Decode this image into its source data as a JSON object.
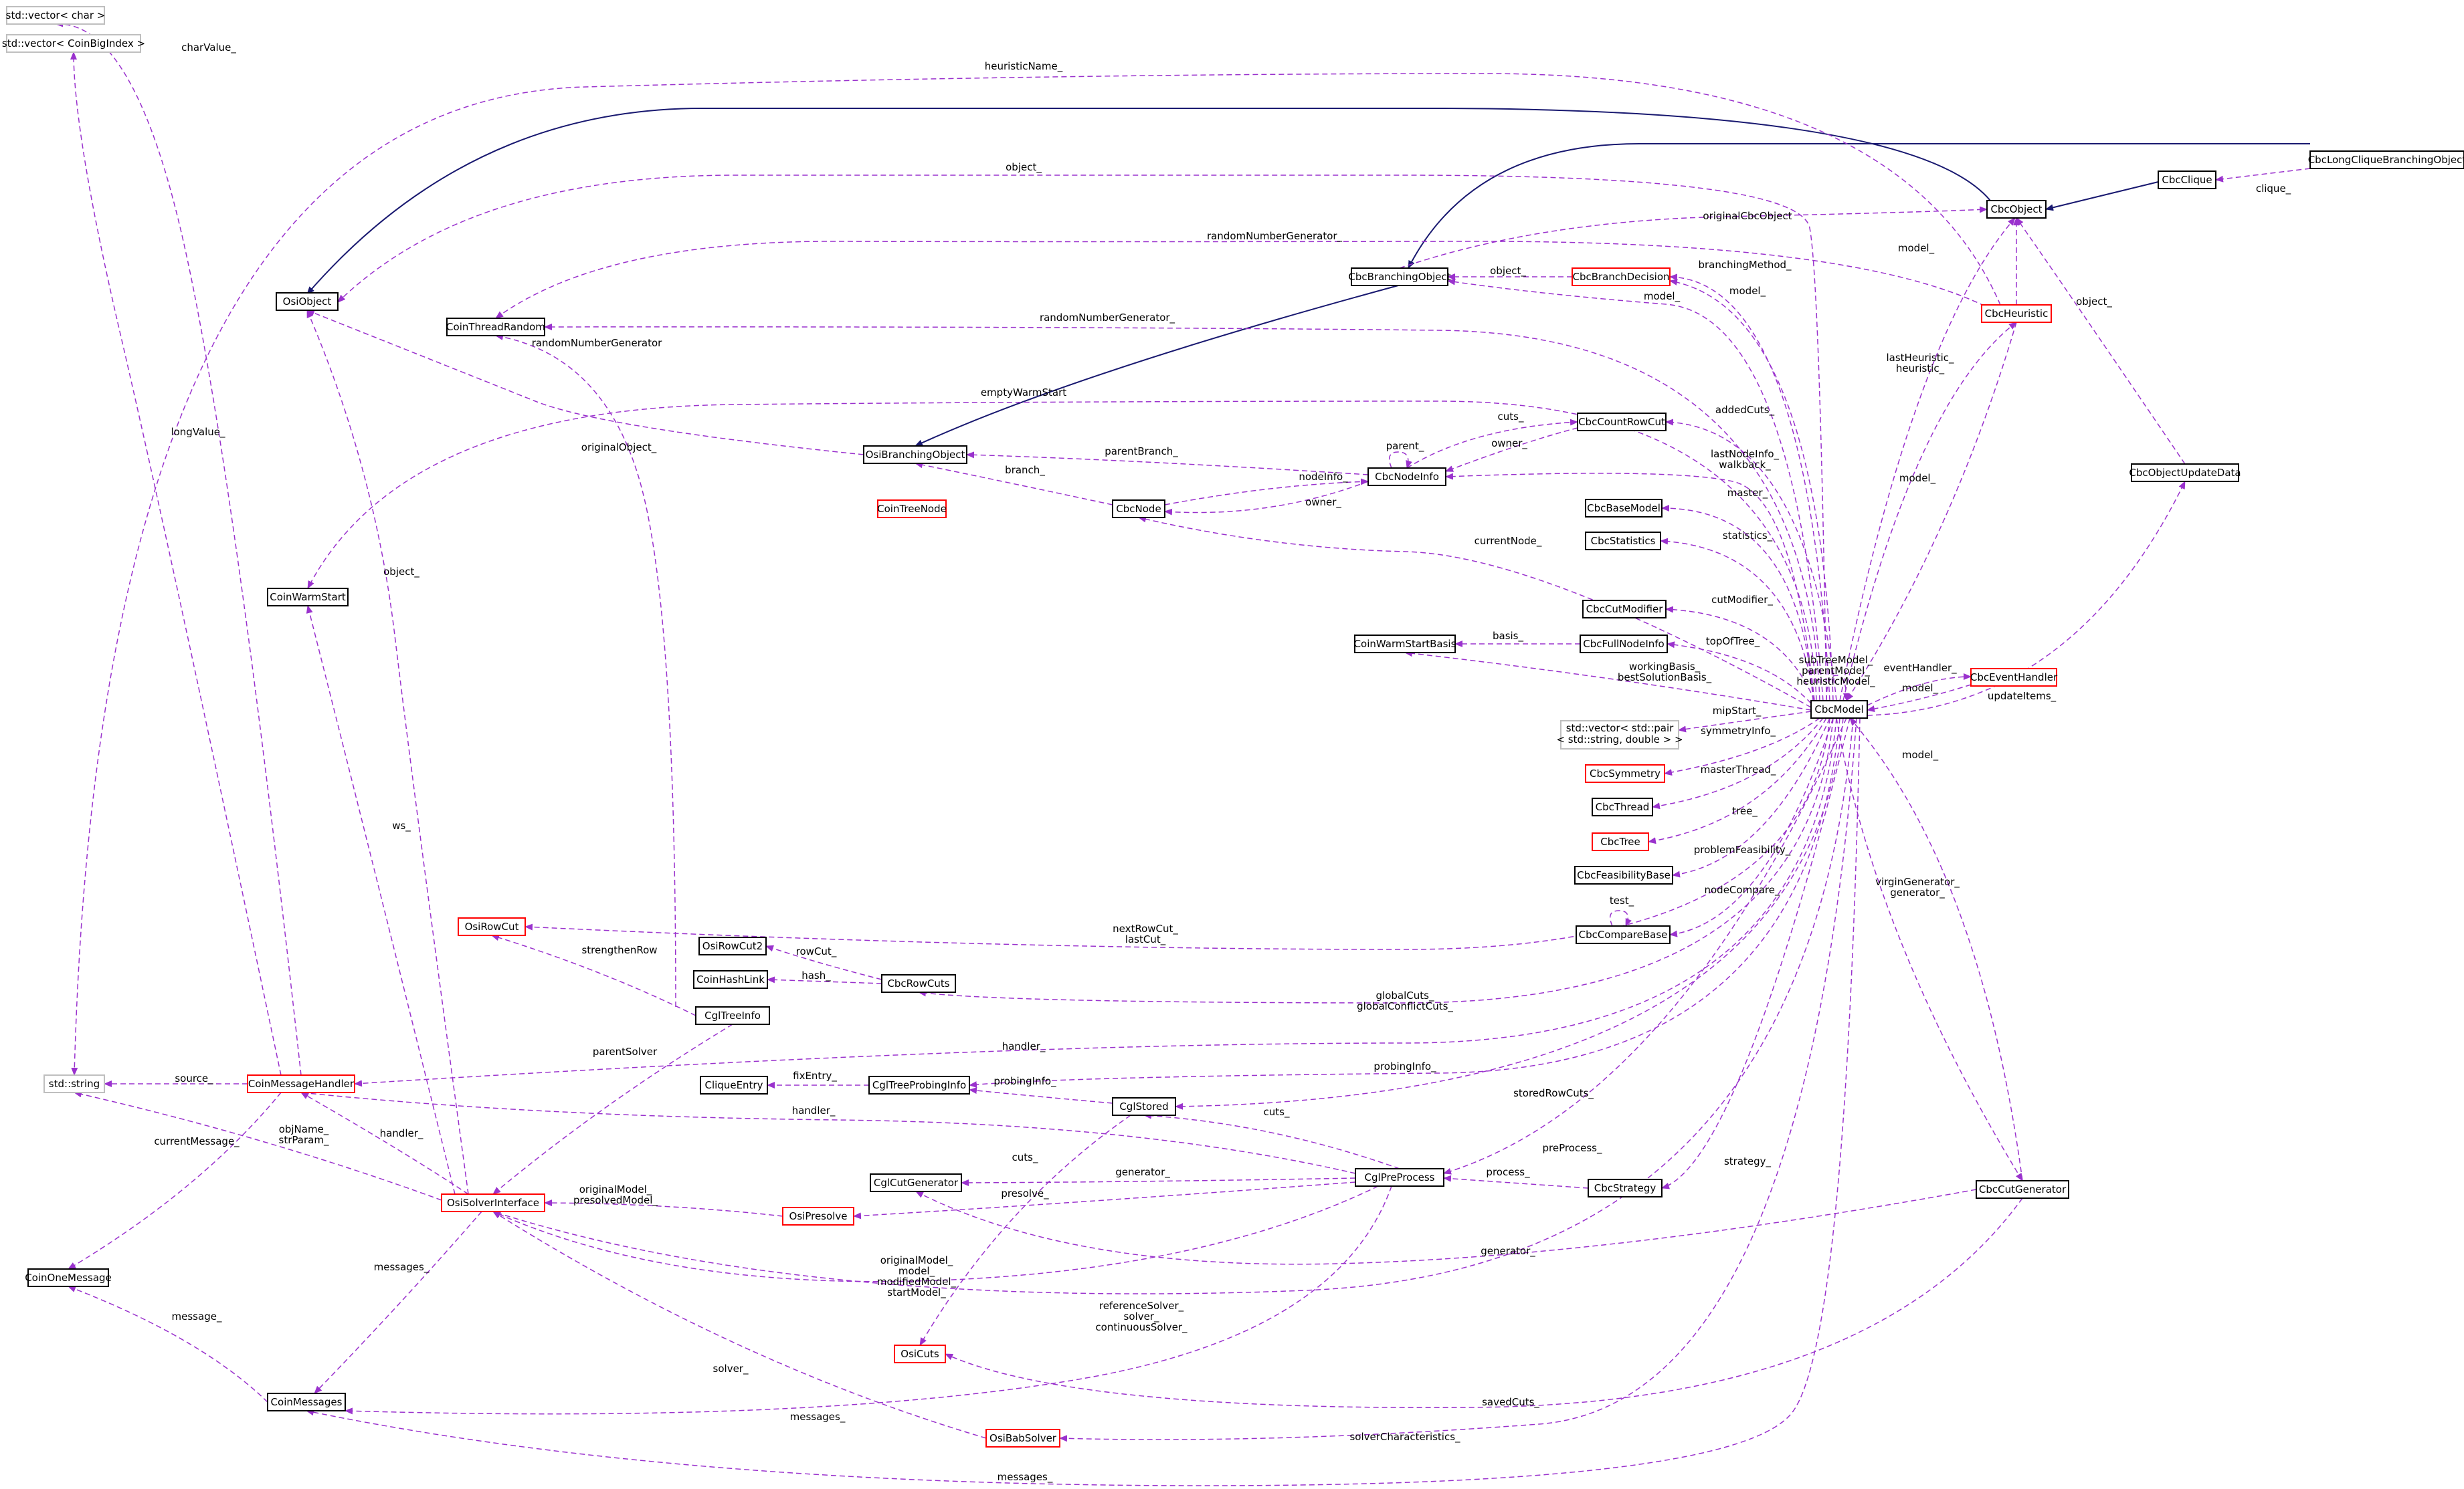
{
  "colors": {
    "inheritance": "#191970",
    "usage": "#9a32cd",
    "node_border": "#000000",
    "node_border_incomplete": "#ff0000",
    "node_border_external": "#bfbfbf",
    "highlight_fill": "#bfbfbf"
  },
  "diagram": {
    "focus": "CbcLongCliqueBranchingObject",
    "nodes": [
      {
        "id": "CbcLongCliqueBranchingObject",
        "label": "CbcLongCliqueBranchingObject",
        "style": "highlight"
      },
      {
        "id": "CbcClique",
        "label": "CbcClique",
        "style": "normal"
      },
      {
        "id": "CbcObject",
        "label": "CbcObject",
        "style": "normal"
      },
      {
        "id": "OsiObject",
        "label": "OsiObject",
        "style": "normal"
      },
      {
        "id": "CbcBranchingObject",
        "label": "CbcBranchingObject",
        "style": "normal"
      },
      {
        "id": "OsiBranchingObject",
        "label": "OsiBranchingObject",
        "style": "normal"
      },
      {
        "id": "CbcModel",
        "label": "CbcModel",
        "style": "normal"
      },
      {
        "id": "CbcHeuristic",
        "label": "CbcHeuristic",
        "style": "incomplete"
      },
      {
        "id": "CbcBranchDecision",
        "label": "CbcBranchDecision",
        "style": "incomplete"
      },
      {
        "id": "CoinThreadRandom",
        "label": "CoinThreadRandom",
        "style": "normal"
      },
      {
        "id": "CbcCountRowCut",
        "label": "CbcCountRowCut",
        "style": "normal"
      },
      {
        "id": "CbcNodeInfo",
        "label": "CbcNodeInfo",
        "style": "normal"
      },
      {
        "id": "CbcNode",
        "label": "CbcNode",
        "style": "normal"
      },
      {
        "id": "CoinTreeNode",
        "label": "CoinTreeNode",
        "style": "incomplete"
      },
      {
        "id": "CbcBaseModel",
        "label": "CbcBaseModel",
        "style": "normal"
      },
      {
        "id": "CbcStatistics",
        "label": "CbcStatistics",
        "style": "normal"
      },
      {
        "id": "CbcObjectUpdateData",
        "label": "CbcObjectUpdateData",
        "style": "normal"
      },
      {
        "id": "CbcCutModifier",
        "label": "CbcCutModifier",
        "style": "normal"
      },
      {
        "id": "CbcFullNodeInfo",
        "label": "CbcFullNodeInfo",
        "style": "normal"
      },
      {
        "id": "CoinWarmStartBasis",
        "label": "CoinWarmStartBasis",
        "style": "normal"
      },
      {
        "id": "CoinWarmStart",
        "label": "CoinWarmStart",
        "style": "normal"
      },
      {
        "id": "CbcEventHandler",
        "label": "CbcEventHandler",
        "style": "incomplete"
      },
      {
        "id": "StdVectorPair",
        "label": "std::vector< std::pair\n< std::string, double > >",
        "style": "external"
      },
      {
        "id": "CbcSymmetry",
        "label": "CbcSymmetry",
        "style": "incomplete"
      },
      {
        "id": "CbcThread",
        "label": "CbcThread",
        "style": "normal"
      },
      {
        "id": "CbcTree",
        "label": "CbcTree",
        "style": "incomplete"
      },
      {
        "id": "CbcFeasibilityBase",
        "label": "CbcFeasibilityBase",
        "style": "normal"
      },
      {
        "id": "CbcCompareBase",
        "label": "CbcCompareBase",
        "style": "normal"
      },
      {
        "id": "OsiRowCut",
        "label": "OsiRowCut",
        "style": "incomplete"
      },
      {
        "id": "OsiRowCut2",
        "label": "OsiRowCut2",
        "style": "normal"
      },
      {
        "id": "CoinHashLink",
        "label": "CoinHashLink",
        "style": "normal"
      },
      {
        "id": "CbcRowCuts",
        "label": "CbcRowCuts",
        "style": "normal"
      },
      {
        "id": "CglTreeInfo",
        "label": "CglTreeInfo",
        "style": "normal"
      },
      {
        "id": "CliqueEntry",
        "label": "CliqueEntry",
        "style": "normal"
      },
      {
        "id": "CglTreeProbingInfo",
        "label": "CglTreeProbingInfo",
        "style": "normal"
      },
      {
        "id": "CglStored",
        "label": "CglStored",
        "style": "normal"
      },
      {
        "id": "CglCutGenerator",
        "label": "CglCutGenerator",
        "style": "normal"
      },
      {
        "id": "CglPreProcess",
        "label": "CglPreProcess",
        "style": "normal"
      },
      {
        "id": "CbcStrategy",
        "label": "CbcStrategy",
        "style": "normal"
      },
      {
        "id": "CbcCutGenerator",
        "label": "CbcCutGenerator",
        "style": "normal"
      },
      {
        "id": "OsiPresolve",
        "label": "OsiPresolve",
        "style": "incomplete"
      },
      {
        "id": "OsiSolverInterface",
        "label": "OsiSolverInterface",
        "style": "incomplete"
      },
      {
        "id": "CoinMessageHandler",
        "label": "CoinMessageHandler",
        "style": "incomplete"
      },
      {
        "id": "StdString",
        "label": "std::string",
        "style": "external"
      },
      {
        "id": "CoinOneMessage",
        "label": "CoinOneMessage",
        "style": "normal"
      },
      {
        "id": "CoinMessages",
        "label": "CoinMessages",
        "style": "normal"
      },
      {
        "id": "OsiCuts",
        "label": "OsiCuts",
        "style": "incomplete"
      },
      {
        "id": "OsiBabSolver",
        "label": "OsiBabSolver",
        "style": "incomplete"
      },
      {
        "id": "StdVectorChar",
        "label": "std::vector< char >",
        "style": "external"
      },
      {
        "id": "StdVectorCoinBigIndex",
        "label": "std::vector< CoinBigIndex >",
        "style": "external"
      }
    ],
    "edge_labels": [
      {
        "id": "heuristicName",
        "text": "heuristicName_"
      },
      {
        "id": "charValue",
        "text": "charValue_"
      },
      {
        "id": "longValue",
        "text": "longValue_"
      },
      {
        "id": "object_top",
        "text": "object_"
      },
      {
        "id": "clique",
        "text": "clique_"
      },
      {
        "id": "originalCbcObject",
        "text": "originalCbcObject"
      },
      {
        "id": "rng_heur",
        "text": "randomNumberGenerator_"
      },
      {
        "id": "rng_model",
        "text": "randomNumberGenerator_"
      },
      {
        "id": "rng_cgl",
        "text": "randomNumberGenerator"
      },
      {
        "id": "branchingMethod",
        "text": "branchingMethod_"
      },
      {
        "id": "object_bd",
        "text": "object_"
      },
      {
        "id": "model_bd",
        "text": "model_"
      },
      {
        "id": "model_bo",
        "text": "model_"
      },
      {
        "id": "model_obj",
        "text": "model_"
      },
      {
        "id": "object_upd",
        "text": "object_"
      },
      {
        "id": "lastHeuristic",
        "text": "lastHeuristic_\nheuristic_"
      },
      {
        "id": "emptyWarmStart",
        "text": "emptyWarmStart"
      },
      {
        "id": "originalObject",
        "text": "originalObject_"
      },
      {
        "id": "cuts_crc",
        "text": "cuts_"
      },
      {
        "id": "parent",
        "text": "parent_"
      },
      {
        "id": "owner_ni",
        "text": "owner_"
      },
      {
        "id": "parentBranch",
        "text": "parentBranch_"
      },
      {
        "id": "addedCuts",
        "text": "addedCuts_"
      },
      {
        "id": "lastNodeInfo",
        "text": "lastNodeInfo_\nwalkback_"
      },
      {
        "id": "branch",
        "text": "branch_"
      },
      {
        "id": "nodeInfo",
        "text": "nodeInfo_"
      },
      {
        "id": "owner_node",
        "text": "owner_"
      },
      {
        "id": "model_heur",
        "text": "model_"
      },
      {
        "id": "master",
        "text": "master_"
      },
      {
        "id": "currentNode",
        "text": "currentNode_"
      },
      {
        "id": "statistics",
        "text": "statistics_"
      },
      {
        "id": "object_osi",
        "text": "object_"
      },
      {
        "id": "cutModifier",
        "text": "cutModifier_"
      },
      {
        "id": "basis",
        "text": "basis_"
      },
      {
        "id": "topOfTree",
        "text": "topOfTree_"
      },
      {
        "id": "subTreeModel",
        "text": "subTreeModel_\nparentModel_\nheuristicModel_"
      },
      {
        "id": "eventHandler",
        "text": "eventHandler_"
      },
      {
        "id": "model_eh",
        "text": "model_"
      },
      {
        "id": "workingBasis",
        "text": "workingBasis_\nbestSolutionBasis_"
      },
      {
        "id": "updateItems",
        "text": "updateItems_"
      },
      {
        "id": "mipStart",
        "text": "mipStart_"
      },
      {
        "id": "symmetryInfo",
        "text": "symmetryInfo_"
      },
      {
        "id": "model_cg",
        "text": "model_"
      },
      {
        "id": "masterThread",
        "text": "masterThread_"
      },
      {
        "id": "tree",
        "text": "tree_"
      },
      {
        "id": "ws",
        "text": "ws_"
      },
      {
        "id": "problemFeasibility",
        "text": "problemFeasibility_"
      },
      {
        "id": "virginGenerator",
        "text": "virginGenerator_\ngenerator_"
      },
      {
        "id": "test",
        "text": "test_"
      },
      {
        "id": "nodeCompare",
        "text": "nodeCompare_"
      },
      {
        "id": "nextRowCut",
        "text": "nextRowCut_\nlastCut_"
      },
      {
        "id": "strengthenRow",
        "text": "strengthenRow"
      },
      {
        "id": "rowCut",
        "text": "rowCut_"
      },
      {
        "id": "hash",
        "text": "hash_"
      },
      {
        "id": "globalCuts",
        "text": "globalCuts_\nglobalConflictCuts_"
      },
      {
        "id": "parentSolver",
        "text": "parentSolver"
      },
      {
        "id": "handler_model",
        "text": "handler_"
      },
      {
        "id": "source",
        "text": "source_"
      },
      {
        "id": "fixEntry",
        "text": "fixEntry_"
      },
      {
        "id": "probingInfo_model",
        "text": "probingInfo_"
      },
      {
        "id": "probingInfo_cgl",
        "text": "probingInfo_"
      },
      {
        "id": "objName",
        "text": "objName_\nstrParam_"
      },
      {
        "id": "handler_osi",
        "text": "handler_"
      },
      {
        "id": "handler_pre",
        "text": "handler_"
      },
      {
        "id": "storedRowCuts",
        "text": "storedRowCuts_"
      },
      {
        "id": "cuts_stored",
        "text": "cuts_"
      },
      {
        "id": "currentMessage",
        "text": "currentMessage_"
      },
      {
        "id": "cuts_osicuts",
        "text": "cuts_"
      },
      {
        "id": "generator_pre",
        "text": "generator_"
      },
      {
        "id": "preProcess",
        "text": "preProcess_"
      },
      {
        "id": "process",
        "text": "process_"
      },
      {
        "id": "originalModel_pres",
        "text": "originalModel_\npresolvedModel_"
      },
      {
        "id": "presolve",
        "text": "presolve_"
      },
      {
        "id": "strategy",
        "text": "strategy_"
      },
      {
        "id": "messages_osi",
        "text": "messages_"
      },
      {
        "id": "originalModel_pre",
        "text": "originalModel_\nmodel_\nmodifiedModel_\nstartModel_"
      },
      {
        "id": "generator_cg",
        "text": "generator_"
      },
      {
        "id": "referenceSolver",
        "text": "referenceSolver_\nsolver_\ncontinuousSolver_"
      },
      {
        "id": "message",
        "text": "message_"
      },
      {
        "id": "solver_bab",
        "text": "solver_"
      },
      {
        "id": "savedCuts",
        "text": "savedCuts_"
      },
      {
        "id": "messages_pre",
        "text": "messages_"
      },
      {
        "id": "solverCharacteristics",
        "text": "solverCharacteristics_"
      },
      {
        "id": "messages_model",
        "text": "messages_"
      }
    ]
  }
}
